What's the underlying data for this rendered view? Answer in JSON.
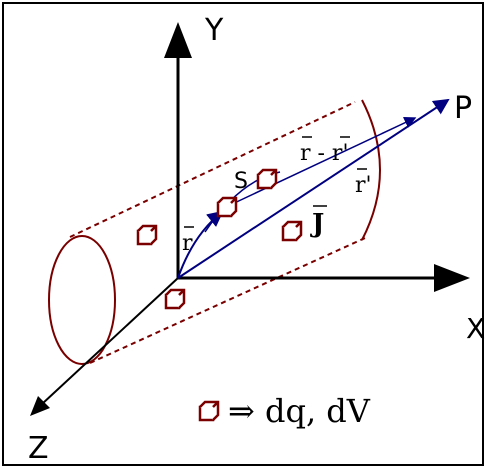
{
  "diagram": {
    "axes": {
      "y_label": "Y",
      "x_label": "X",
      "z_label": "Z"
    },
    "point_label": "P",
    "vectors": {
      "r": "r",
      "r_prime": "r'",
      "r_minus_r_prime": "r - r'",
      "current_density": "J",
      "s_label": "S"
    },
    "legend_text": "⇒ dq, dV",
    "colors": {
      "axis": "#000000",
      "cylinder": "#7a0000",
      "vector": "#000080",
      "cube_fill": "#ffffff"
    }
  }
}
